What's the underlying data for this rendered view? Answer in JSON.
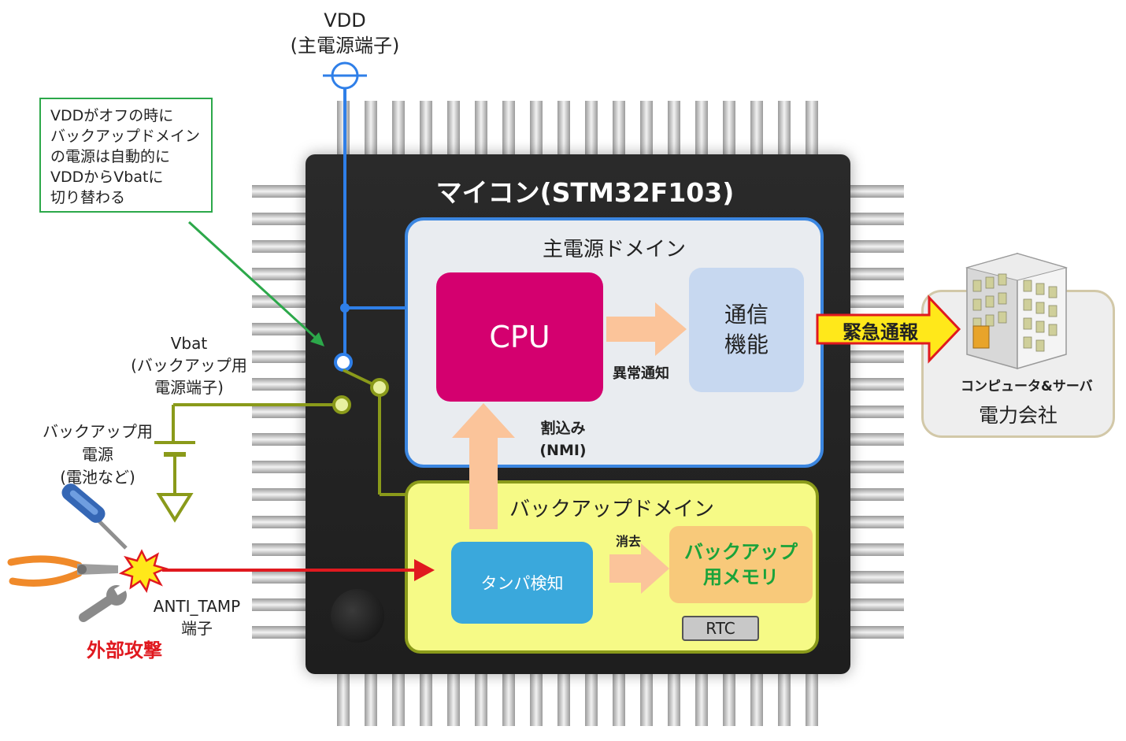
{
  "vdd": {
    "name": "VDD",
    "desc": "(主電源端子)"
  },
  "note": {
    "lines": [
      "VDDがオフの時に",
      "バックアップドメイン",
      "の電源は自動的に",
      "VDDからVbatに",
      "切り替わる"
    ]
  },
  "vbat": {
    "name": "Vbat",
    "line2": "(バックアップ用",
    "line3": "電源端子)"
  },
  "battery": {
    "line1": "バックアップ用",
    "line2": "電源",
    "line3": "(電池など)"
  },
  "chip": {
    "title": "マイコン(STM32F103)"
  },
  "main_domain": {
    "label": "主電源ドメイン"
  },
  "cpu": {
    "label": "CPU"
  },
  "comm": {
    "line1": "通信",
    "line2": "機能"
  },
  "arrows": {
    "anomaly": "異常通知",
    "interrupt_line1": "割込み",
    "interrupt_line2": "(NMI)",
    "erase": "消去",
    "emergency": "緊急通報"
  },
  "backup_domain": {
    "label": "バックアップドメイン"
  },
  "tamper": {
    "label": "タンパ検知"
  },
  "backup_memory": {
    "line1": "バックアップ",
    "line2": "用メモリ"
  },
  "rtc": {
    "label": "RTC"
  },
  "anti_tamp": {
    "line1": "ANTI_TAMP",
    "line2": "端子"
  },
  "attack": {
    "label": "外部攻撃"
  },
  "power_company": {
    "sub": "コンピュータ&サーバ",
    "name": "電力会社"
  },
  "colors": {
    "vdd_line": "#2f7fe8",
    "vbat_line": "#8a9a1a",
    "cpu": "#d4006f",
    "tamper": "#3aa8dc",
    "backup_domain": "#f6fa86",
    "attack": "#e0191f",
    "emergency_fill": "#ffe81a"
  }
}
